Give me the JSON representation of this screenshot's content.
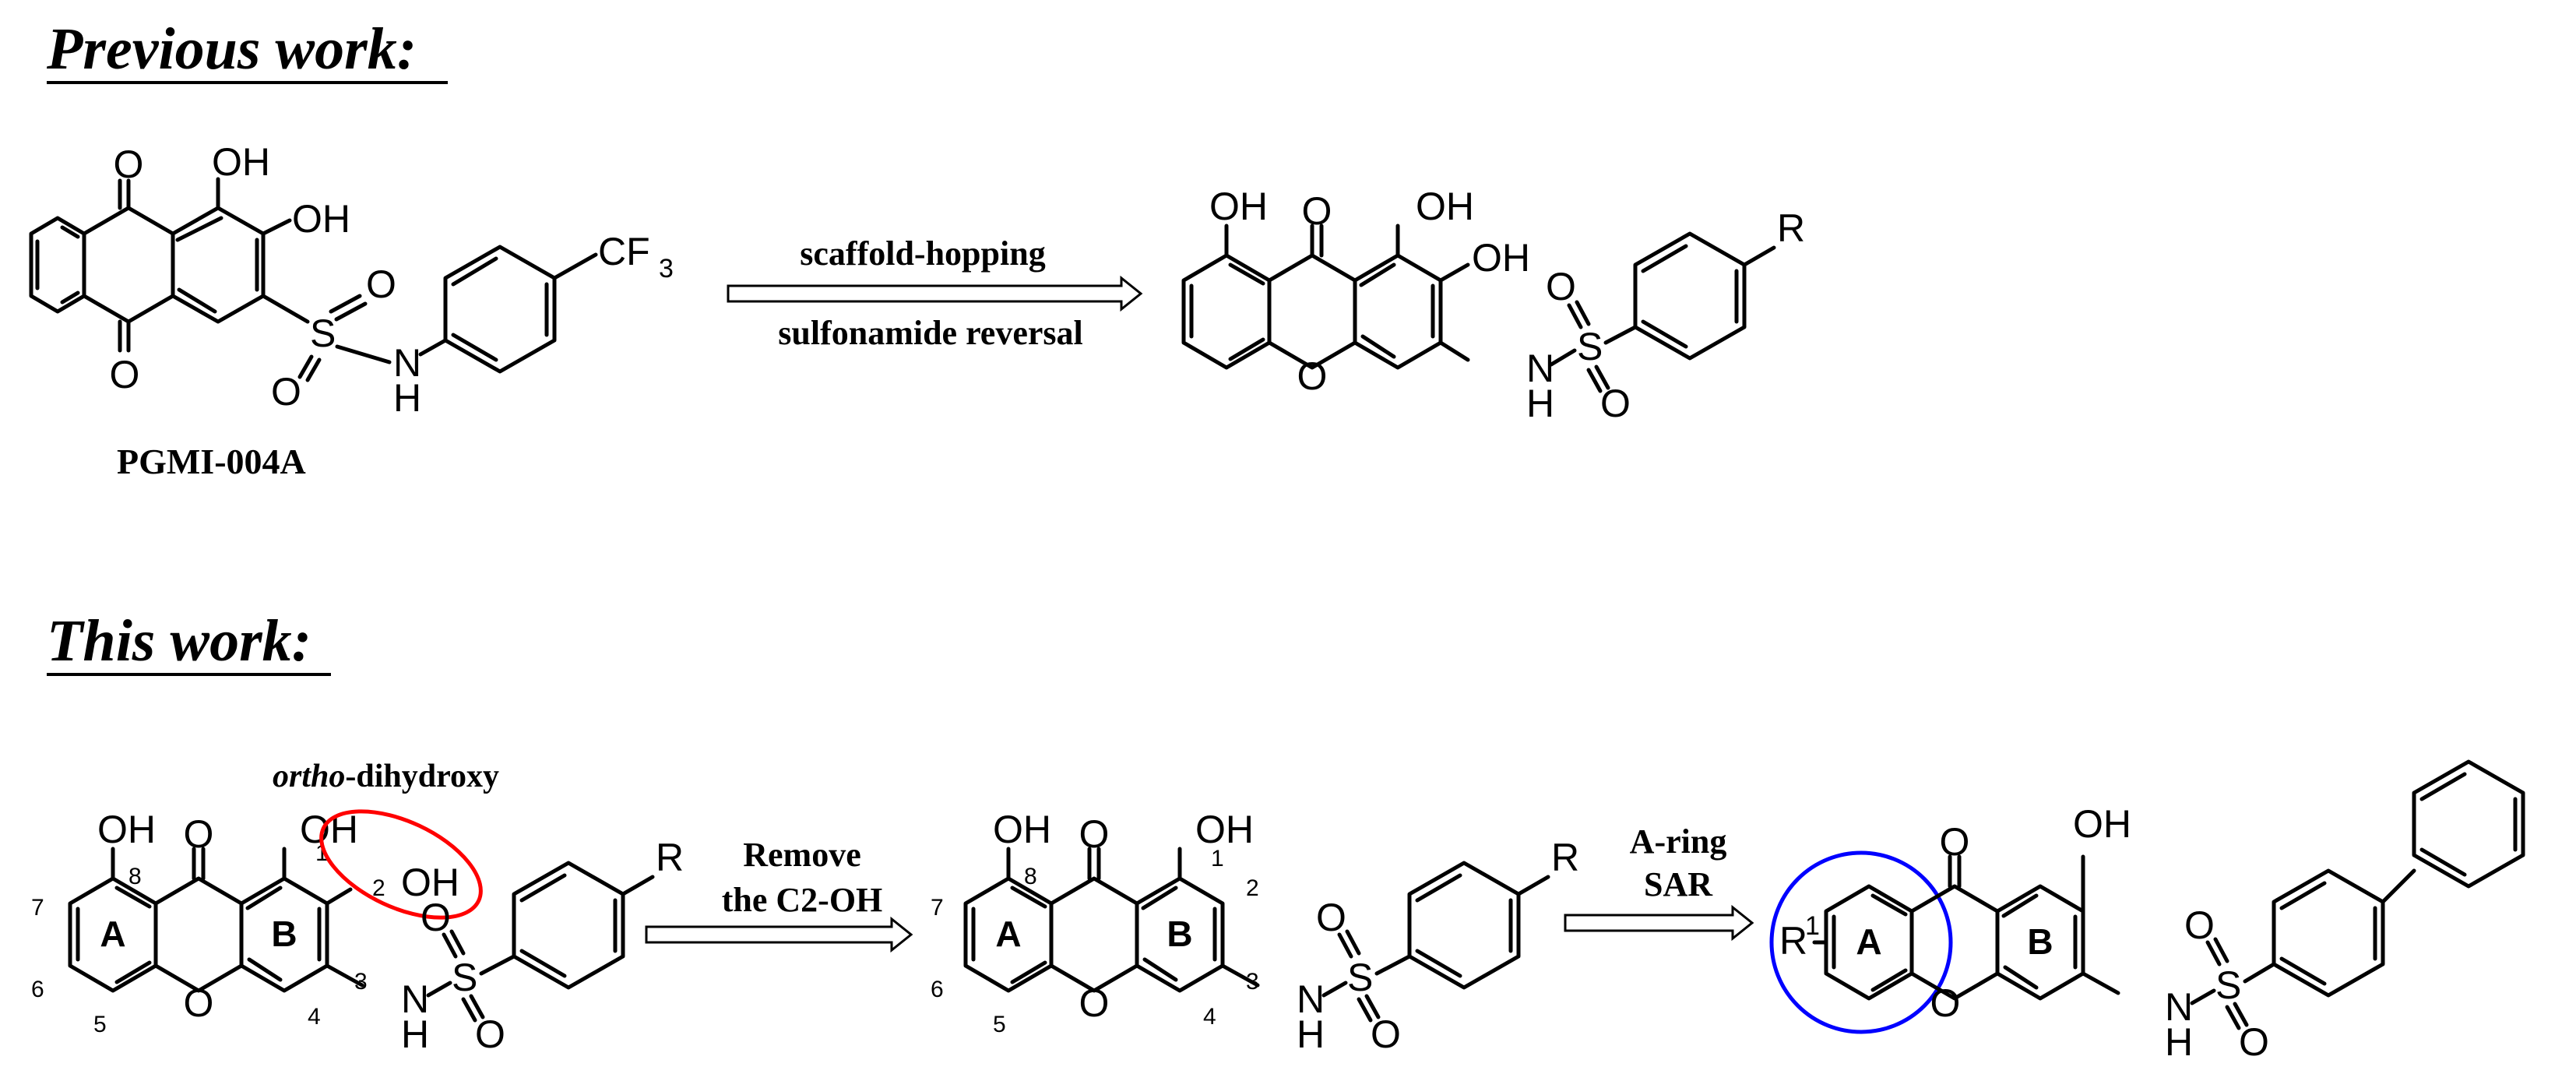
{
  "headings": {
    "previous": "Previous work:",
    "this": "This work:"
  },
  "arrows": {
    "top": {
      "line1": "scaffold-hopping",
      "line2": "sulfonamide reversal"
    },
    "mid": {
      "line1": "Remove",
      "line2": "the C2-OH"
    },
    "right": {
      "line1": "A-ring",
      "line2": "SAR"
    }
  },
  "annotations": {
    "ortho_italic": "ortho",
    "ortho_rest": "-dihydroxy",
    "compound_label": "PGMI-004A"
  },
  "atoms": {
    "O": "O",
    "OH": "OH",
    "S": "S",
    "N": "N",
    "H": "H",
    "CF3": "CF",
    "CF3_sub": "3",
    "R": "R",
    "R1": "R",
    "R1_sup": "1"
  },
  "ring_labels": {
    "A": "A",
    "B": "B"
  },
  "numbers": {
    "n1": "1",
    "n2": "2",
    "n3": "3",
    "n4": "4",
    "n5": "5",
    "n6": "6",
    "n7": "7",
    "n8": "8"
  },
  "colors": {
    "red": "#ff0000",
    "blue": "#0000ff",
    "black": "#000000"
  }
}
